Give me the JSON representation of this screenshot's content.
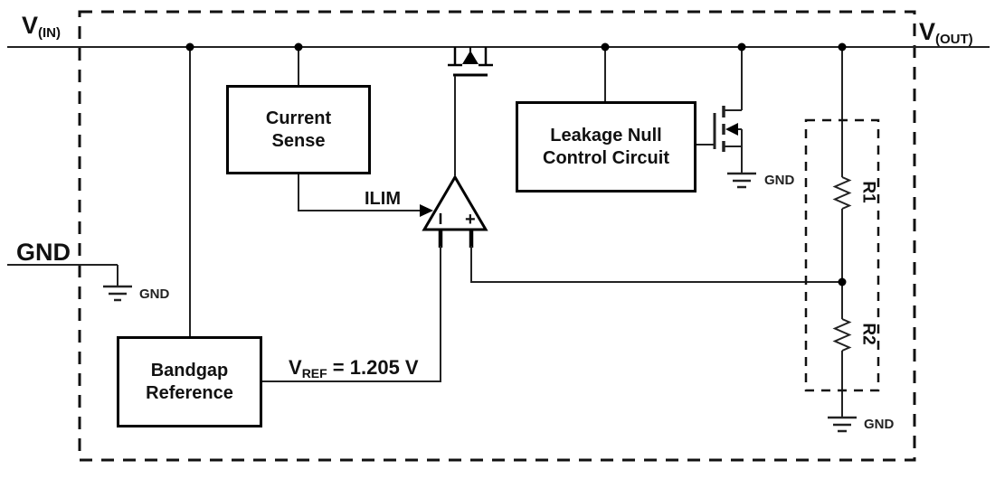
{
  "colors": {
    "ink": "#1a1a1a",
    "background": "#ffffff"
  },
  "pins": {
    "vin": {
      "name": "V",
      "sub": "(IN)"
    },
    "vout": {
      "name": "V",
      "sub": "(OUT)"
    },
    "gnd": {
      "name": "GND"
    }
  },
  "blocks": {
    "current_sense": {
      "line1": "Current",
      "line2": "Sense"
    },
    "leakage_null": {
      "line1": "Leakage Null",
      "line2": "Control Circuit"
    },
    "bandgap": {
      "line1": "Bandgap",
      "line2": "Reference"
    }
  },
  "nets": {
    "ilim": "ILIM",
    "vref": {
      "symbol": "V",
      "sub": "REF",
      "value": " = 1.205 V"
    }
  },
  "components": {
    "r1": "R1",
    "r2": "R2",
    "opamp_plus": "+",
    "gnd_left": "GND",
    "gnd_mosfet": "GND",
    "gnd_divider": "GND"
  }
}
